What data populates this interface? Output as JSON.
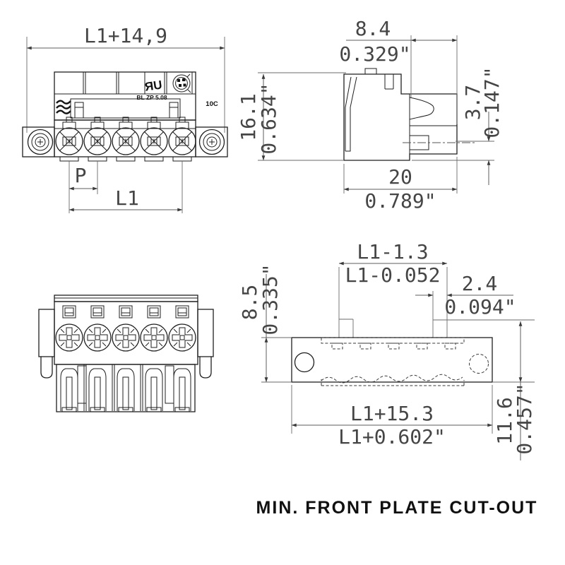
{
  "caption": "MIN. FRONT PLATE CUT-OUT",
  "front_view": {
    "dim_total_width": "L1+14,9",
    "dim_pitch": "P",
    "dim_span": "L1",
    "markings": {
      "ul": "ЯU",
      "product": "BL ZP 5.08",
      "code": "10C"
    }
  },
  "side_view": {
    "rear_depth_mm": "8.4",
    "rear_depth_in": "0.329\"",
    "height_mm": "16.1",
    "height_in": "0.634\"",
    "pin_offset_mm": "3.7",
    "pin_offset_in": "0.147\"",
    "total_depth_mm": "20",
    "total_depth_in": "0.789\""
  },
  "cutout_view": {
    "top_width_mm": "L1-1.3",
    "top_width_in": "L1-0.052",
    "corner_offset_mm": "2.4",
    "corner_offset_in": "0.094\"",
    "plate_height_mm": "8.5",
    "plate_height_in": "0.335\"",
    "bottom_width_mm": "L1+15.3",
    "bottom_width_in": "L1+0.602\"",
    "total_height_mm": "11.6",
    "total_height_in": "0.457\""
  }
}
